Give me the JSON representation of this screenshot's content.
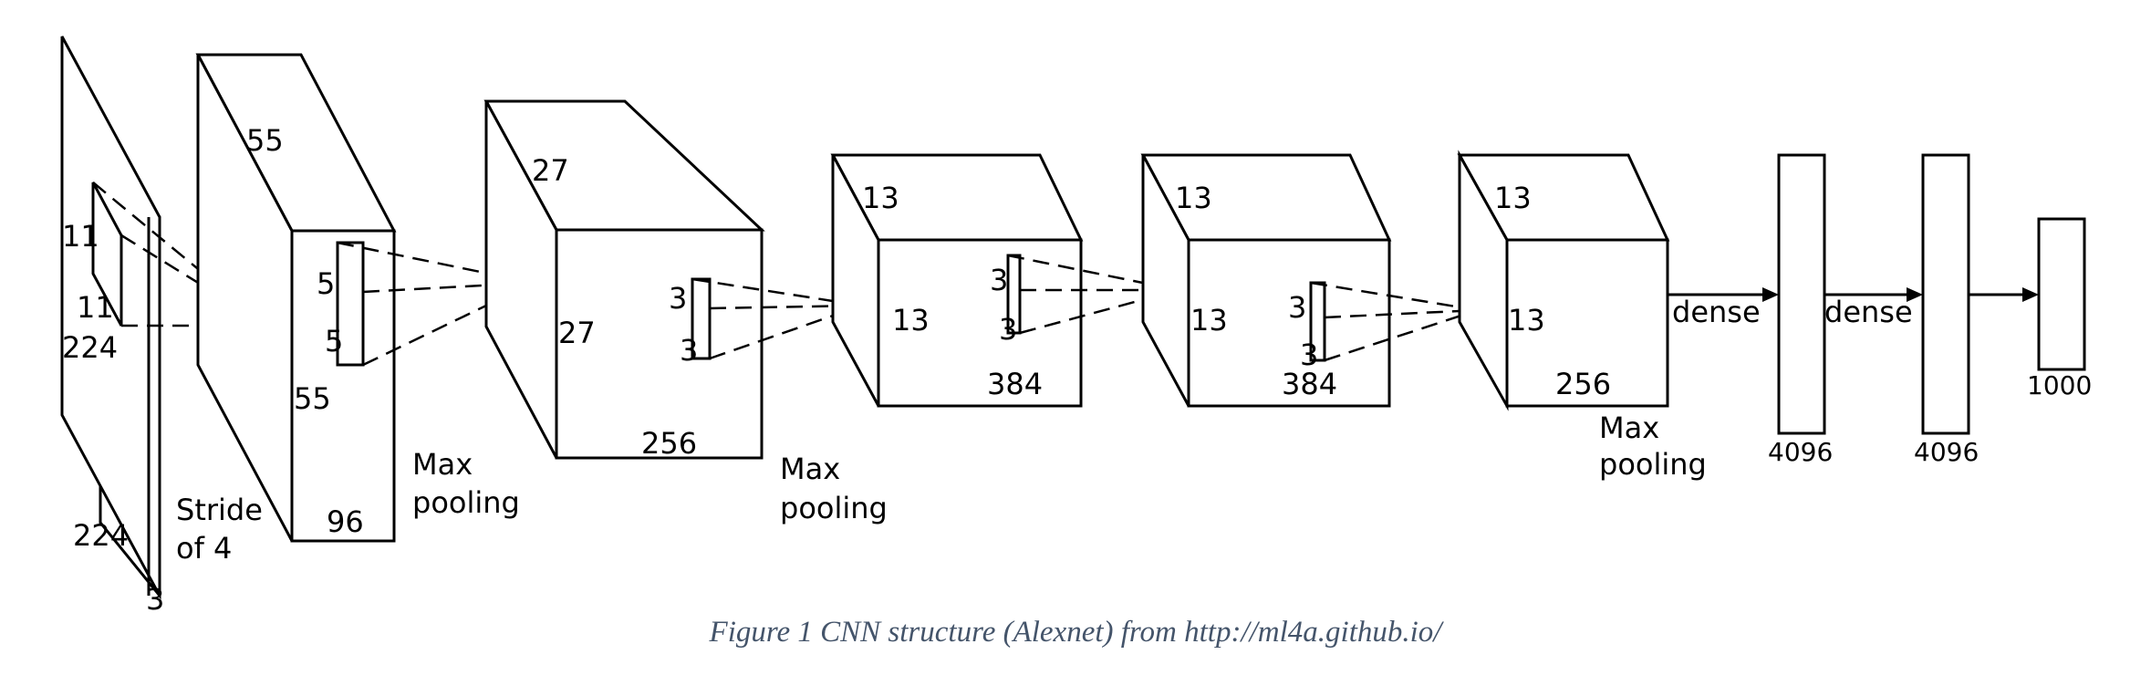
{
  "figure": {
    "caption": "Figure 1 CNN structure (Alexnet) from http://ml4a.github.io/",
    "caption_color": "#44546A"
  },
  "diagram": {
    "input": {
      "height": "224",
      "width": "224",
      "depth": "3",
      "kernel_h": "11",
      "kernel_w": "11"
    },
    "stride_text": [
      "Stride",
      "of 4"
    ],
    "conv1": {
      "height": "55",
      "width": "55",
      "depth": "96",
      "kernel_h": "5",
      "kernel_w": "5"
    },
    "pool1_text": [
      "Max",
      "pooling"
    ],
    "conv2": {
      "height": "27",
      "width": "27",
      "depth": "256",
      "kernel_h": "3",
      "kernel_w": "3"
    },
    "pool2_text": [
      "Max",
      "pooling"
    ],
    "conv3": {
      "height": "13",
      "width": "13",
      "depth": "384",
      "kernel_h": "3",
      "kernel_w": "3"
    },
    "conv4": {
      "height": "13",
      "width": "13",
      "depth": "384",
      "kernel_h": "3",
      "kernel_w": "3"
    },
    "conv5": {
      "height": "13",
      "width": "13",
      "depth": "256"
    },
    "pool3_text": [
      "Max",
      "pooling"
    ],
    "dense_label": "dense",
    "fc1": "4096",
    "fc2": "4096",
    "output": "1000"
  }
}
